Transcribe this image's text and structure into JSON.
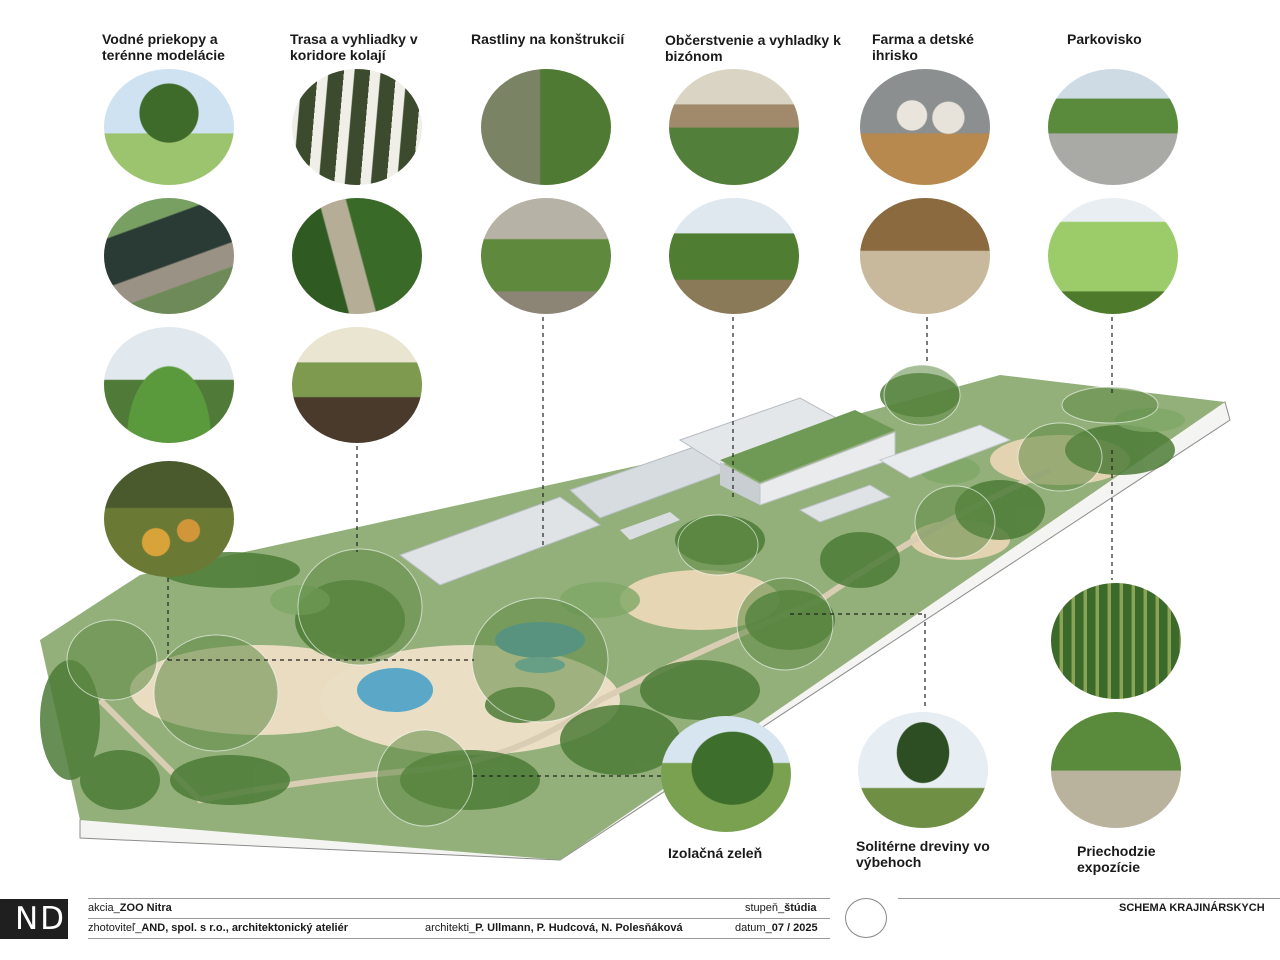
{
  "columns": [
    {
      "heading": "Vodné priekopy a terénne modelácie"
    },
    {
      "heading": "Trasa a vyhliadky v koridore kolají"
    },
    {
      "heading": "Rastliny na konštrukcií"
    },
    {
      "heading": "Občerstvenie a vyhladky k bizónom"
    },
    {
      "heading": "Farma a detské ihrisko"
    },
    {
      "heading": "Parkovisko"
    }
  ],
  "bottom_labels": {
    "isolation": "Izolačná zeleň",
    "solitary": "Solitérne dreviny vo výbehoch",
    "walkthrough": "Priechodzie expozície"
  },
  "title_block": {
    "logo": "ND",
    "akcia_prefix": "akcia_",
    "akcia_value": "ZOO Nitra",
    "zhotovitel_prefix": "zhotoviteľ_",
    "zhotovitel_value": "AND, spol. s r.o., architektonický ateliér",
    "architekti_prefix": "architekti_",
    "architekti_value": "P. Ullmann, P. Hudcová, N. Polesňáková",
    "stupen_prefix": "stupeň_",
    "stupen_value": "štúdia",
    "datum_prefix": "datum_",
    "datum_value": "07 / 2025",
    "sheet_title": "SCHEMA KRAJINÁRSKYCH"
  },
  "colors": {
    "canopy": "#7f9e64",
    "foliage_dark": "#3e6b2c",
    "sand": "#e7d8b8",
    "water": "#4f9ec3",
    "roof": "#d9dee2",
    "leader": "#222222"
  }
}
